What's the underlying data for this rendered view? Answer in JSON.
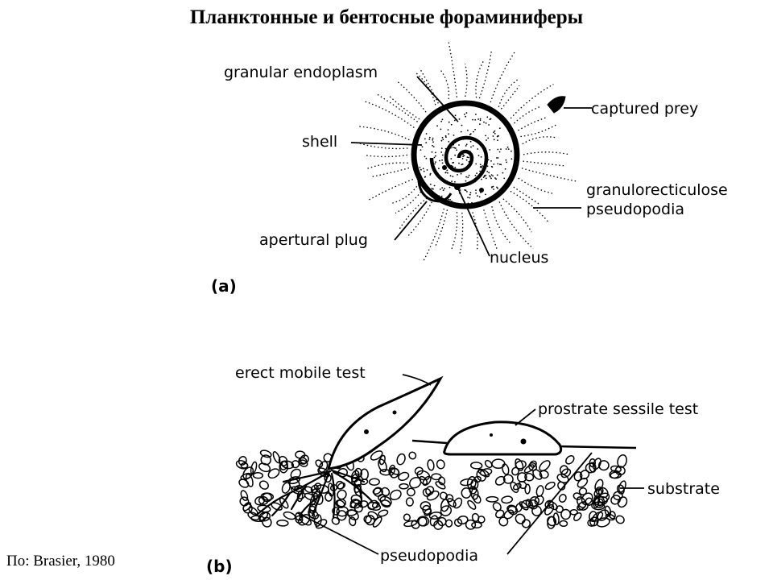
{
  "slide": {
    "title": "Планктонные и бентосные фораминиферы",
    "source": "По: Brasier, 1980"
  },
  "panel_a": {
    "id_label": "(a)",
    "labels": {
      "granular_endoplasm": "granular endoplasm",
      "shell": "shell",
      "captured_prey": "captured prey",
      "pseudopodia_line1": "granulorecticulose",
      "pseudopodia_line2": "pseudopodia",
      "apertural_plug": "apertural plug",
      "nucleus": "nucleus"
    }
  },
  "panel_b": {
    "id_label": "(b)",
    "labels": {
      "erect_test": "erect mobile test",
      "prostrate_test": "prostrate sessile test",
      "substrate": "substrate",
      "pseudopodia": "pseudopodia"
    }
  },
  "colors": {
    "ink": "#000000",
    "background": "#ffffff"
  }
}
